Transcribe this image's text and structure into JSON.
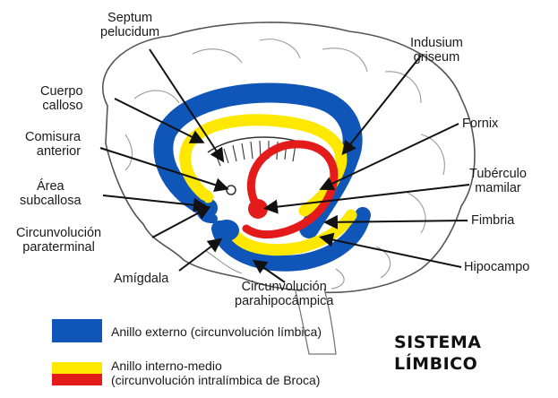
{
  "labels": {
    "septum": [
      "Septum",
      "pelucidum"
    ],
    "indusium": [
      "Indusium",
      "griseum"
    ],
    "cuerpo": [
      "Cuerpo",
      "calloso"
    ],
    "comisura": [
      "Comisura",
      "anterior"
    ],
    "fornix": [
      "Fornix"
    ],
    "area": [
      "Área",
      "subcallosa"
    ],
    "tuberculo": [
      "Tubérculo",
      "mamilar"
    ],
    "circ_para": [
      "Circunvolución",
      "paraterminal"
    ],
    "fimbria": [
      "Fimbria"
    ],
    "amigdala": [
      "Amígdala"
    ],
    "hipocampo": [
      "Hipocampo"
    ],
    "circ_parahipo": [
      "Circunvolución",
      "parahipocámpica"
    ]
  },
  "legend": {
    "outer": {
      "color": "#1055b8",
      "text": "Anillo externo (circunvolución límbica)"
    },
    "inner": {
      "colors": [
        "#ffe800",
        "#e41b1b"
      ],
      "line1": "Anillo interno-medio",
      "line2": "(circunvolución intralímbica de Broca)"
    }
  },
  "title": [
    "SISTEMA",
    "LÍMBICO"
  ]
}
